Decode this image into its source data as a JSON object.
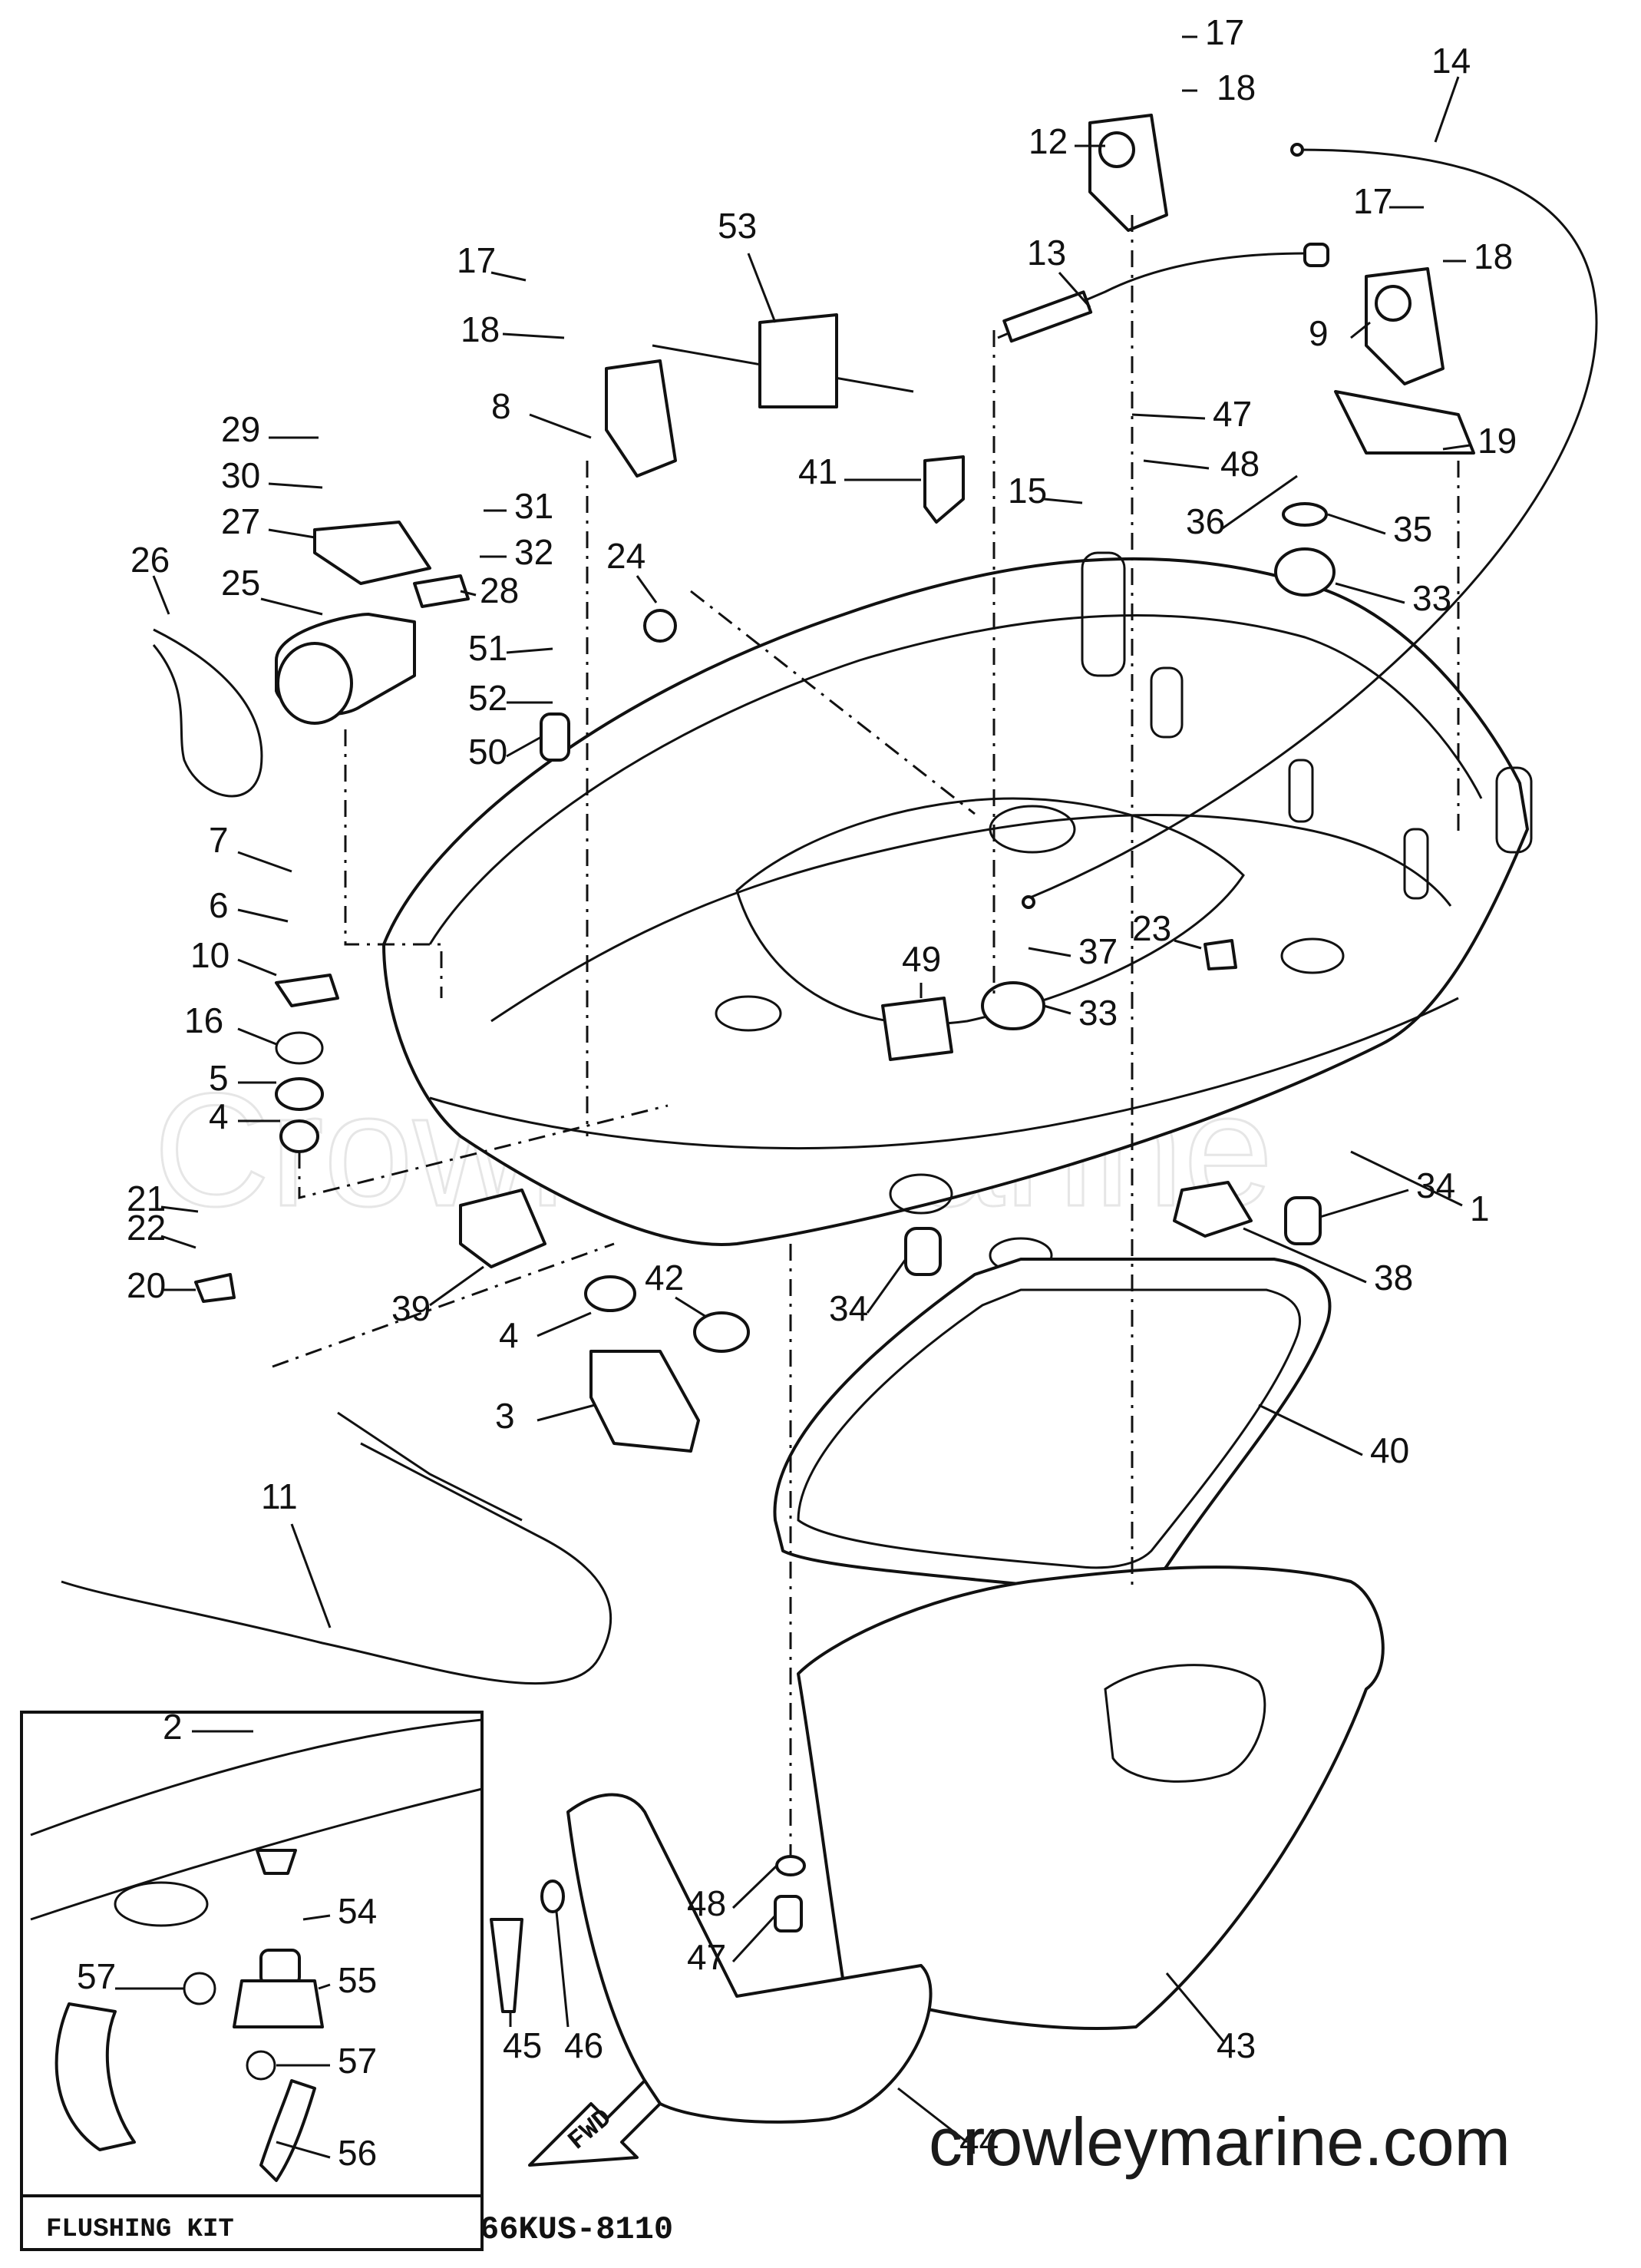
{
  "watermark": "Crowley Marine",
  "site": "crowleymarine.com",
  "diagram_code": "66KUS-8110",
  "flushing_kit": {
    "title": "FLUSHING KIT"
  },
  "fwd_label": "FWD",
  "callouts": [
    {
      "n": "1"
    },
    {
      "n": "2"
    },
    {
      "n": "3"
    },
    {
      "n": "4"
    },
    {
      "n": "4"
    },
    {
      "n": "5"
    },
    {
      "n": "6"
    },
    {
      "n": "7"
    },
    {
      "n": "8"
    },
    {
      "n": "9"
    },
    {
      "n": "10"
    },
    {
      "n": "11"
    },
    {
      "n": "12"
    },
    {
      "n": "13"
    },
    {
      "n": "14"
    },
    {
      "n": "15"
    },
    {
      "n": "16"
    },
    {
      "n": "17"
    },
    {
      "n": "17"
    },
    {
      "n": "17"
    },
    {
      "n": "18"
    },
    {
      "n": "18"
    },
    {
      "n": "18"
    },
    {
      "n": "19"
    },
    {
      "n": "20"
    },
    {
      "n": "21"
    },
    {
      "n": "22"
    },
    {
      "n": "23"
    },
    {
      "n": "24"
    },
    {
      "n": "25"
    },
    {
      "n": "26"
    },
    {
      "n": "27"
    },
    {
      "n": "28"
    },
    {
      "n": "29"
    },
    {
      "n": "30"
    },
    {
      "n": "31"
    },
    {
      "n": "32"
    },
    {
      "n": "33"
    },
    {
      "n": "33"
    },
    {
      "n": "34"
    },
    {
      "n": "34"
    },
    {
      "n": "35"
    },
    {
      "n": "36"
    },
    {
      "n": "37"
    },
    {
      "n": "38"
    },
    {
      "n": "39"
    },
    {
      "n": "40"
    },
    {
      "n": "41"
    },
    {
      "n": "42"
    },
    {
      "n": "43"
    },
    {
      "n": "44"
    },
    {
      "n": "45"
    },
    {
      "n": "46"
    },
    {
      "n": "47"
    },
    {
      "n": "47"
    },
    {
      "n": "48"
    },
    {
      "n": "48"
    },
    {
      "n": "49"
    },
    {
      "n": "50"
    },
    {
      "n": "51"
    },
    {
      "n": "52"
    },
    {
      "n": "53"
    },
    {
      "n": "54"
    },
    {
      "n": "55"
    },
    {
      "n": "56"
    },
    {
      "n": "57"
    },
    {
      "n": "57"
    }
  ]
}
